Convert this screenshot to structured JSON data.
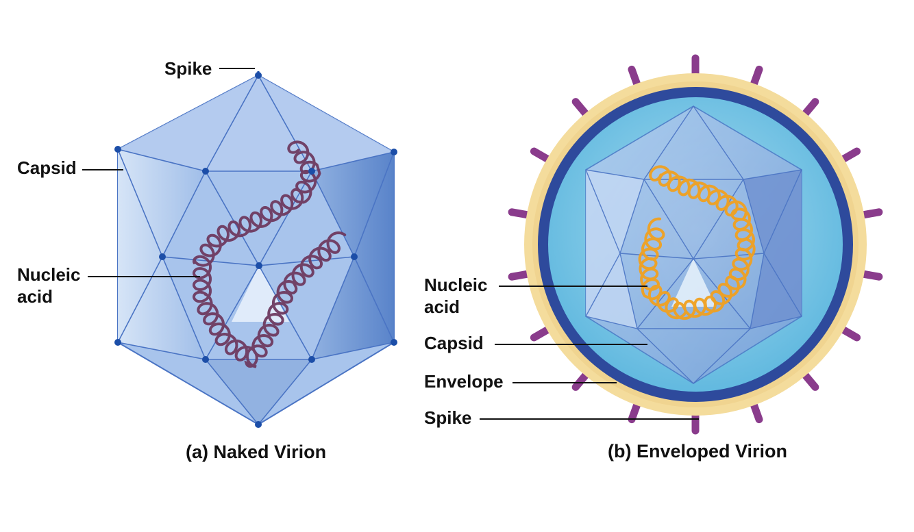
{
  "naked": {
    "caption": "(a) Naked Virion",
    "labels": {
      "spike": "Spike",
      "capsid": "Capsid",
      "nucleic_line1": "Nucleic",
      "nucleic_line2": "acid"
    }
  },
  "enveloped": {
    "caption": "(b) Enveloped Virion",
    "labels": {
      "nucleic_line1": "Nucleic",
      "nucleic_line2": "acid",
      "capsid": "Capsid",
      "envelope": "Envelope",
      "spike": "Spike"
    }
  },
  "colors": {
    "capsid_light": "#c8dcf4",
    "capsid_mid": "#8fb0e0",
    "capsid_dark": "#5580c8",
    "capsid_edge": "#4a74c4",
    "vertex_dot": "#1c4ea8",
    "naked_nucleic_acid": "#6e3a60",
    "envelope_ring": "#f4dc9c",
    "membrane": "#2e4a9c",
    "interior": "#6cc4e4",
    "spike": "#8a3c8c",
    "enveloped_nucleic_acid": "#f0a020"
  },
  "icons": [
    "icosahedral-capsid",
    "nucleic-acid-helix",
    "envelope-spike"
  ]
}
